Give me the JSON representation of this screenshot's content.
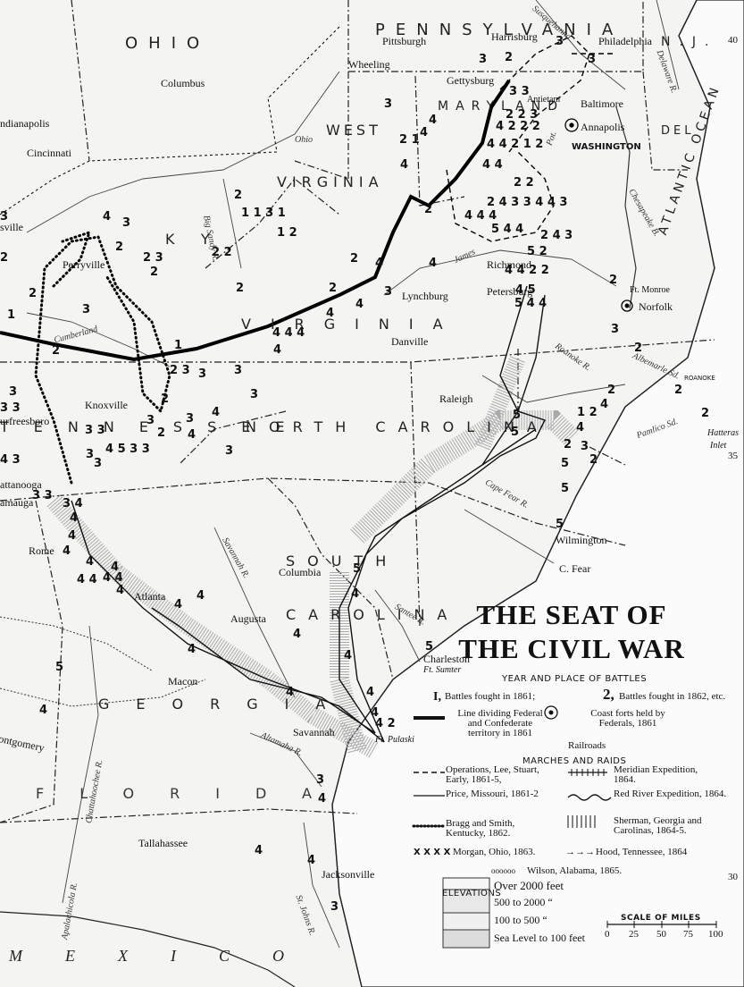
{
  "map": {
    "title_line1": "THE SEAT OF",
    "title_line2": "THE CIVIL WAR",
    "legend": {
      "year_heading": "YEAR AND PLACE OF BATTLES",
      "battles_1861": "Battles fought in 1861;",
      "battles_1862": "Battles fought in 1862, etc.",
      "dividing_line": "Line dividing Federal and Confederate territory in 1861",
      "coast_forts": "Coast forts held by Federals, 1861",
      "railroads": "Railroads",
      "marches_heading": "MARCHES AND RAIDS",
      "ops_lee": "Operations, Lee, Stuart, Early, 1861-5,",
      "meridian": "Meridian Expedition, 1864.",
      "price": "Price, Missouri, 1861-2",
      "red_river": "Red River Expedition, 1864.",
      "bragg": "Bragg and Smith, Kentucky, 1862.",
      "sherman": "Sherman, Georgia and Carolinas, 1864-5.",
      "morgan": "Morgan, Ohio, 1863.",
      "hood": "Hood, Tennessee, 1864",
      "wilson": "Wilson, Alabama, 1865.",
      "elevations_heading": "ELEVATIONS",
      "elev_over2000": "Over 2000 feet",
      "elev_500_2000": "500 to 2000 “",
      "elev_100_500": "100 to 500 “",
      "elev_sea_100": "Sea Level to 100 feet",
      "scale_heading": "SCALE OF MILES",
      "scale_ticks": [
        "0",
        "25",
        "50",
        "75",
        "100"
      ]
    },
    "states": {
      "pennsylvania": "PENNSYLVANIA",
      "ohio": "OHIO",
      "west_virginia": "WEST",
      "virginia_w": "VIRGINIA",
      "virginia": "VIRGINIA",
      "maryland": "MARYLAND",
      "delaware": "DEL",
      "kentucky": "KY",
      "tennessee": "TENNESSEE",
      "north_carolina": "NORTH CAROLINA",
      "south_carolina": "SOUTH CAROLINA",
      "georgia": "GEORGIA",
      "florida": "FLORIDA",
      "new_jersey": "N.J.",
      "mexico": "MEXICO",
      "atlantic": "ATLANTIC OCEAN"
    },
    "cities": {
      "pittsburgh": "Pittsburgh",
      "harrisburg": "Harrisburg",
      "philadelphia": "Philadelphia",
      "wheeling": "Wheeling",
      "columbus": "Columbus",
      "gettysburg": "Gettysburg",
      "antietam": "Antietam",
      "baltimore": "Baltimore",
      "annapolis": "Annapolis",
      "washington": "WASHINGTON",
      "indianapolis": "ndianapolis",
      "cincinnati": "Cincinnati",
      "perryville": "Perryville",
      "richmond": "Richmond",
      "petersburg": "Petersburg",
      "lynchburg": "Lynchburg",
      "ft_monroe": "Ft. Monroe",
      "norfolk": "Norfolk",
      "danville": "Danville",
      "knoxville": "Knoxville",
      "murfreesboro": "urfreesboro",
      "raleigh": "Raleigh",
      "chattanooga": "attanooga",
      "chickamauga": "amauga",
      "rome": "Rome",
      "wilmington": "Wilmington",
      "c_fear": "C. Fear",
      "atlanta": "Atlanta",
      "columbia": "Columbia",
      "augusta": "Augusta",
      "charleston": "Charleston",
      "ft_sumter": "Ft. Sumter",
      "macon": "Macon",
      "savannah": "Savannah",
      "ft_pulaski": "Ft. Pulaski",
      "montgomery": "ontgomery",
      "tallahassee": "Tallahassee",
      "jacksonville": "Jacksonville",
      "hatteras": "Hatteras",
      "inlet": "Inlet",
      "roanoke": "ROANOKE",
      "sville": "sville"
    },
    "rivers": {
      "ohio_r": "Ohio",
      "cumberland": "Cumberland",
      "big_sandy": "Big Sandy R.",
      "james": "James",
      "roanoke_r": "Roanoke R.",
      "albemarle": "Albemarle Sd.",
      "pamlico": "Pamlico Sd.",
      "cape_fear_r": "Cape Fear R.",
      "savannah_r": "Savannah R.",
      "santee": "Santee R.",
      "altamaha": "Altamaha R.",
      "chattahoochee": "Chattahoochee R.",
      "apalachicola": "Apalachicola R.",
      "st_johns": "St. Johns R.",
      "susquehanna": "Susquehanna",
      "delaware_r": "Delaware R.",
      "chesapeake": "Chesapeake B.",
      "potomac": "Pot."
    },
    "latitudes": [
      "40",
      "35",
      "30"
    ]
  }
}
